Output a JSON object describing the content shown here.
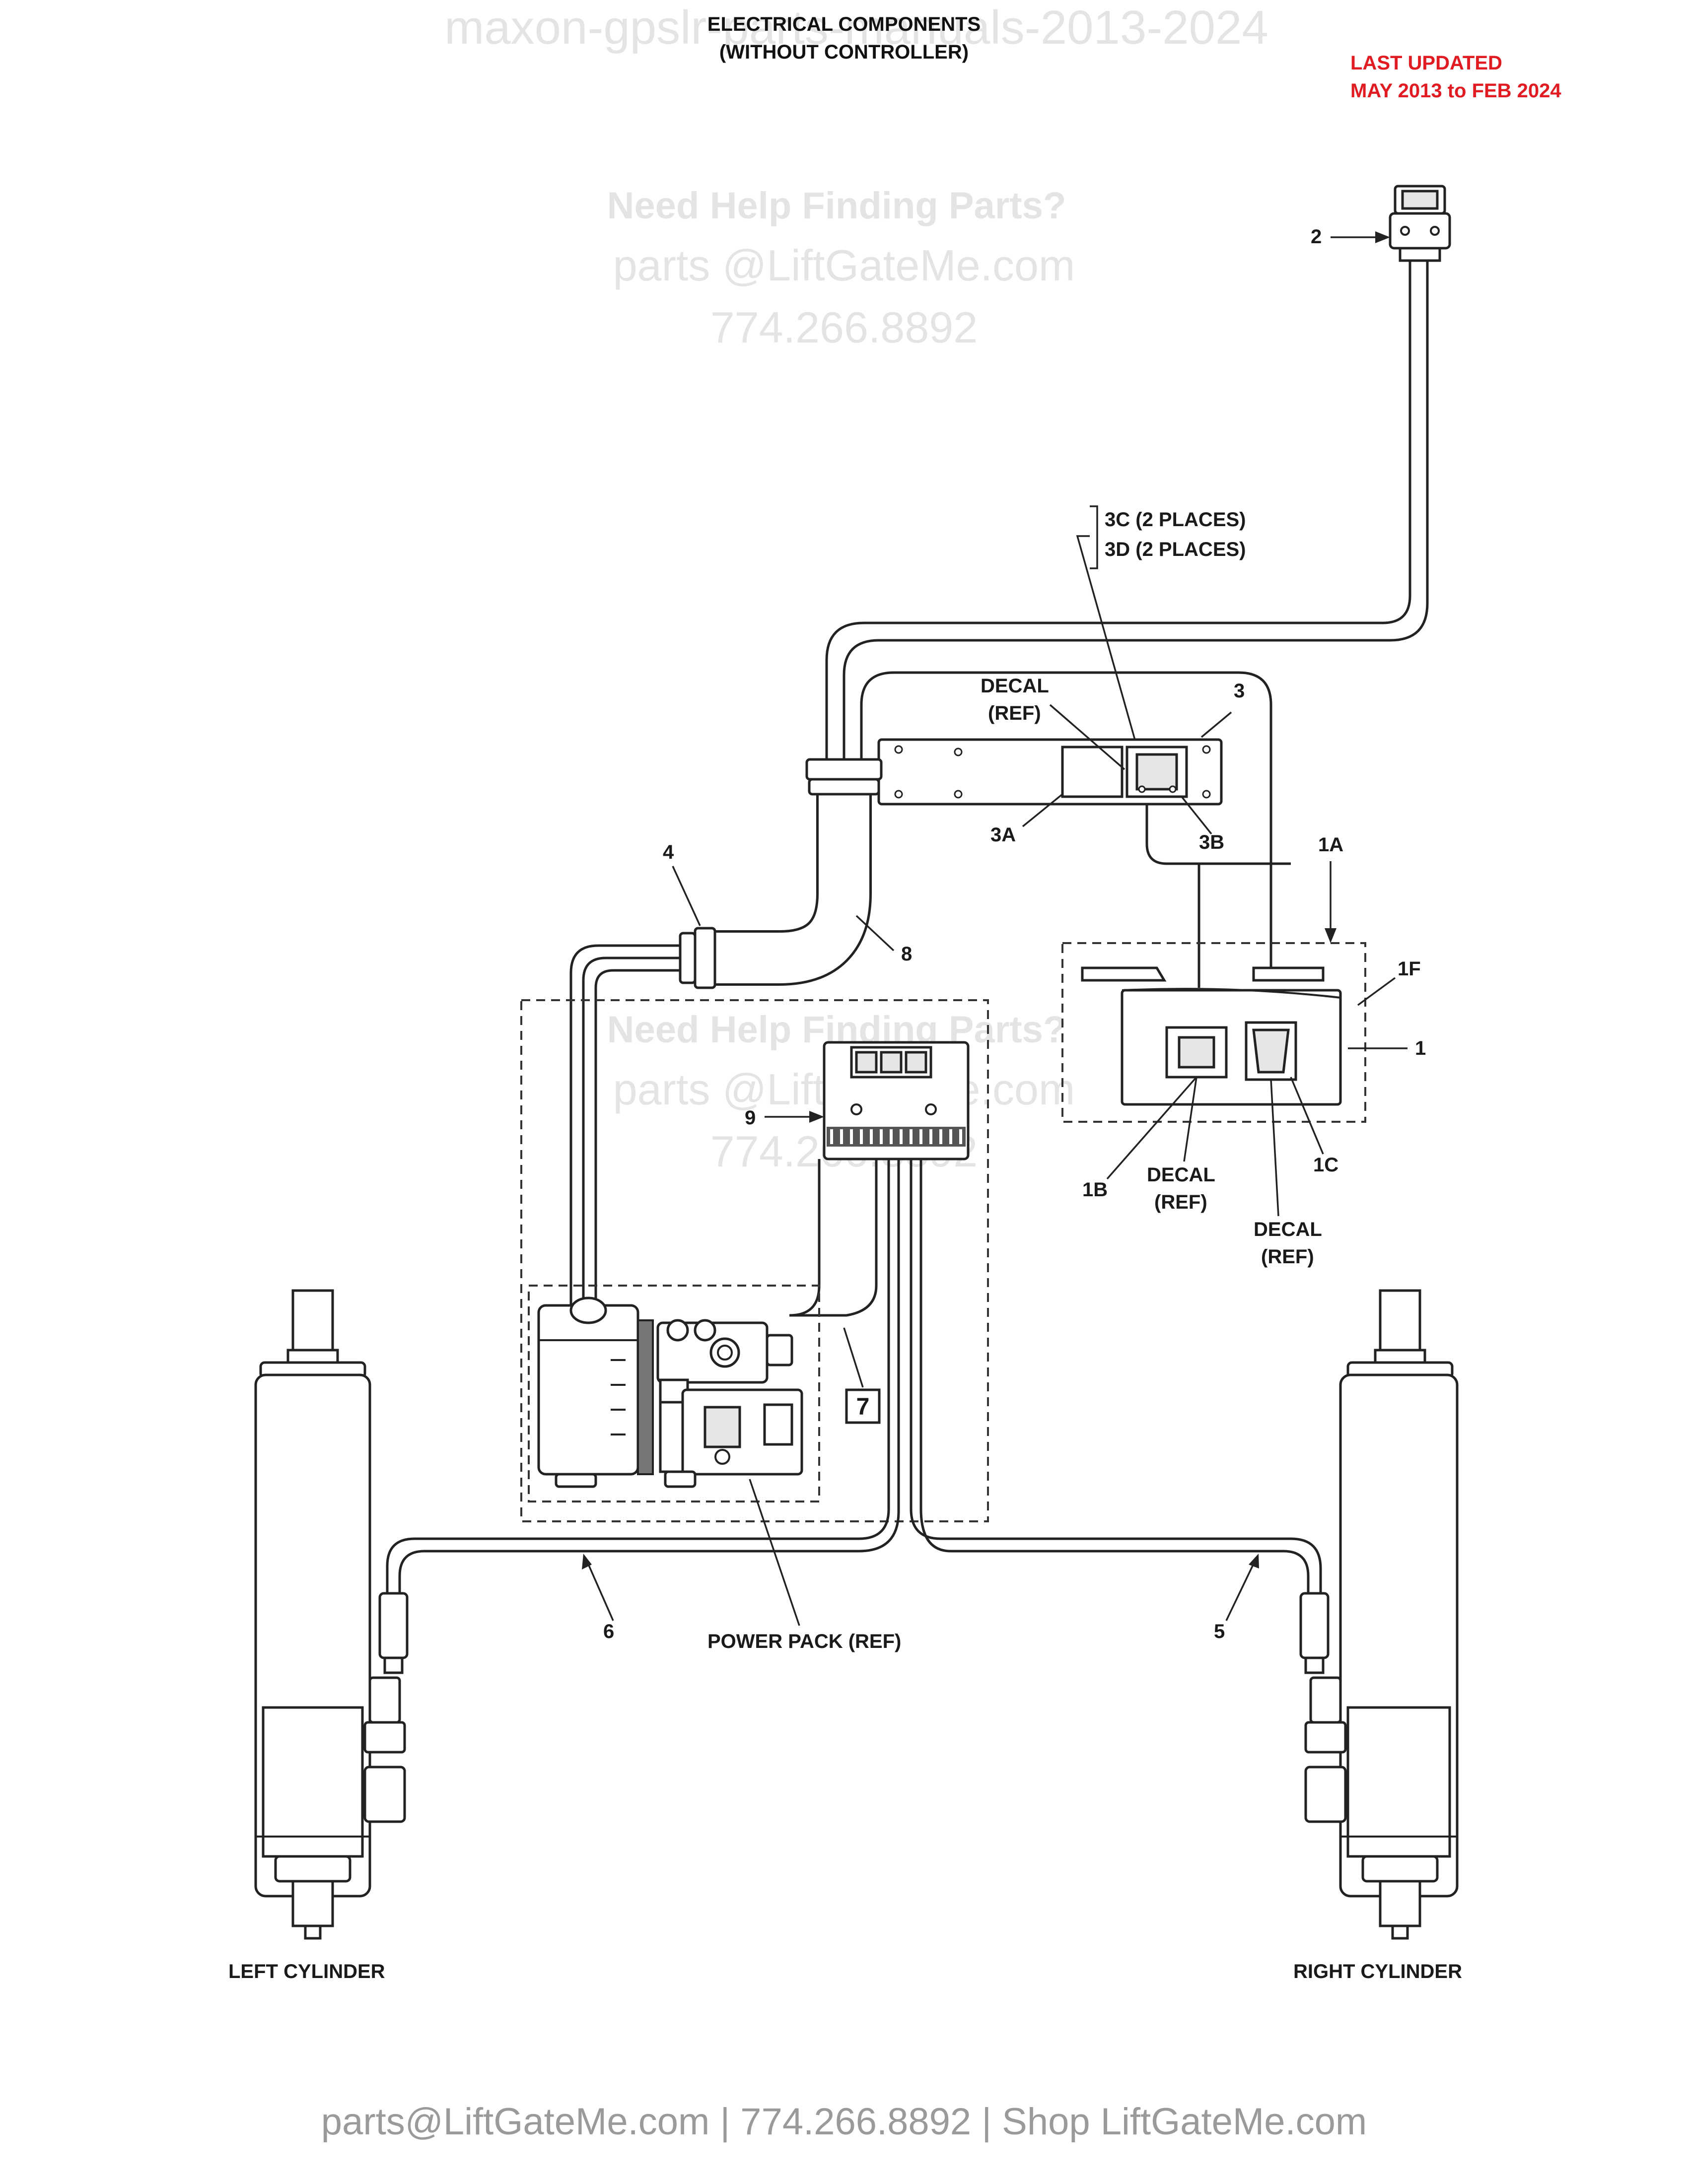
{
  "header": {
    "title_line1": "ELECTRICAL COMPONENTS",
    "title_line2": "(WITHOUT CONTROLLER)",
    "watermark_title": "maxon-gpslr-parts-manuals-2013-2024",
    "updated_line1": "LAST UPDATED",
    "updated_line2": "MAY 2013 to FEB 2024",
    "updated_color": "#e01b22"
  },
  "watermarks": [
    {
      "line1": "Need Help Finding Parts?",
      "line2": "parts @LiftGateMe.com",
      "line3": "774.266.8892"
    },
    {
      "line1": "Need Help Finding Parts?",
      "line2": "parts @LiftGateMe.com",
      "line3": "774.266.8892"
    }
  ],
  "callouts": {
    "c1": "1",
    "c1a": "1A",
    "c1b": "1B",
    "c1c": "1C",
    "c1f": "1F",
    "c2": "2",
    "c3": "3",
    "c3a": "3A",
    "c3b": "3B",
    "c3c": "3C (2 PLACES)",
    "c3d": "3D (2 PLACES)",
    "c4": "4",
    "c5": "5",
    "c6": "6",
    "c7": "7",
    "c8": "8",
    "c9": "9",
    "decal_top_1": "DECAL",
    "decal_top_2": "(REF)",
    "decal_mid_1": "DECAL",
    "decal_mid_2": "(REF)",
    "decal_low_1": "DECAL",
    "decal_low_2": "(REF)",
    "power_pack": "POWER PACK (REF)",
    "left_cylinder": "LEFT CYLINDER",
    "right_cylinder": "RIGHT CYLINDER"
  },
  "footer": {
    "contact": "parts@LiftGateMe.com | 774.266.8892 | Shop LiftGateMe.com"
  }
}
